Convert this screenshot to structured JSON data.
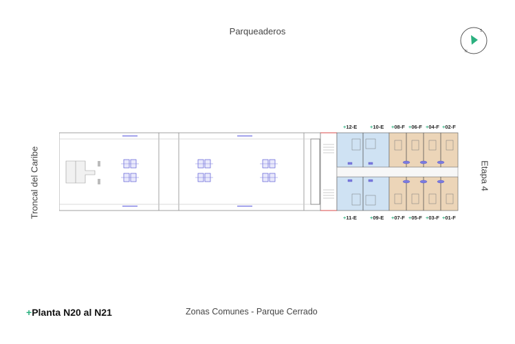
{
  "header": {
    "title": "Parqueaderos"
  },
  "compass": {
    "north": "N",
    "south": "S",
    "accent": "#2bb07f"
  },
  "side_labels": {
    "left": "Troncal del Caribe",
    "right": "Etapa 4"
  },
  "units_top": [
    {
      "label": "12-E"
    },
    {
      "label": "10-E"
    },
    {
      "label": "08-F"
    },
    {
      "label": "06-F"
    },
    {
      "label": "04-F"
    },
    {
      "label": "02-F"
    }
  ],
  "units_bottom": [
    {
      "label": "11-E"
    },
    {
      "label": "09-E"
    },
    {
      "label": "07-F"
    },
    {
      "label": "05-F"
    },
    {
      "label": "03-F"
    },
    {
      "label": "01-F"
    }
  ],
  "plus_sign": "+",
  "footer": {
    "floor_title": "Planta N20 al N21",
    "subtitle": "Zonas Comunes - Parque Cerrado"
  },
  "colors": {
    "accent": "#2bb07f",
    "type_e": "#cfe2f3",
    "type_f": "#ecd5b8",
    "wall": "#7a7a7a"
  }
}
